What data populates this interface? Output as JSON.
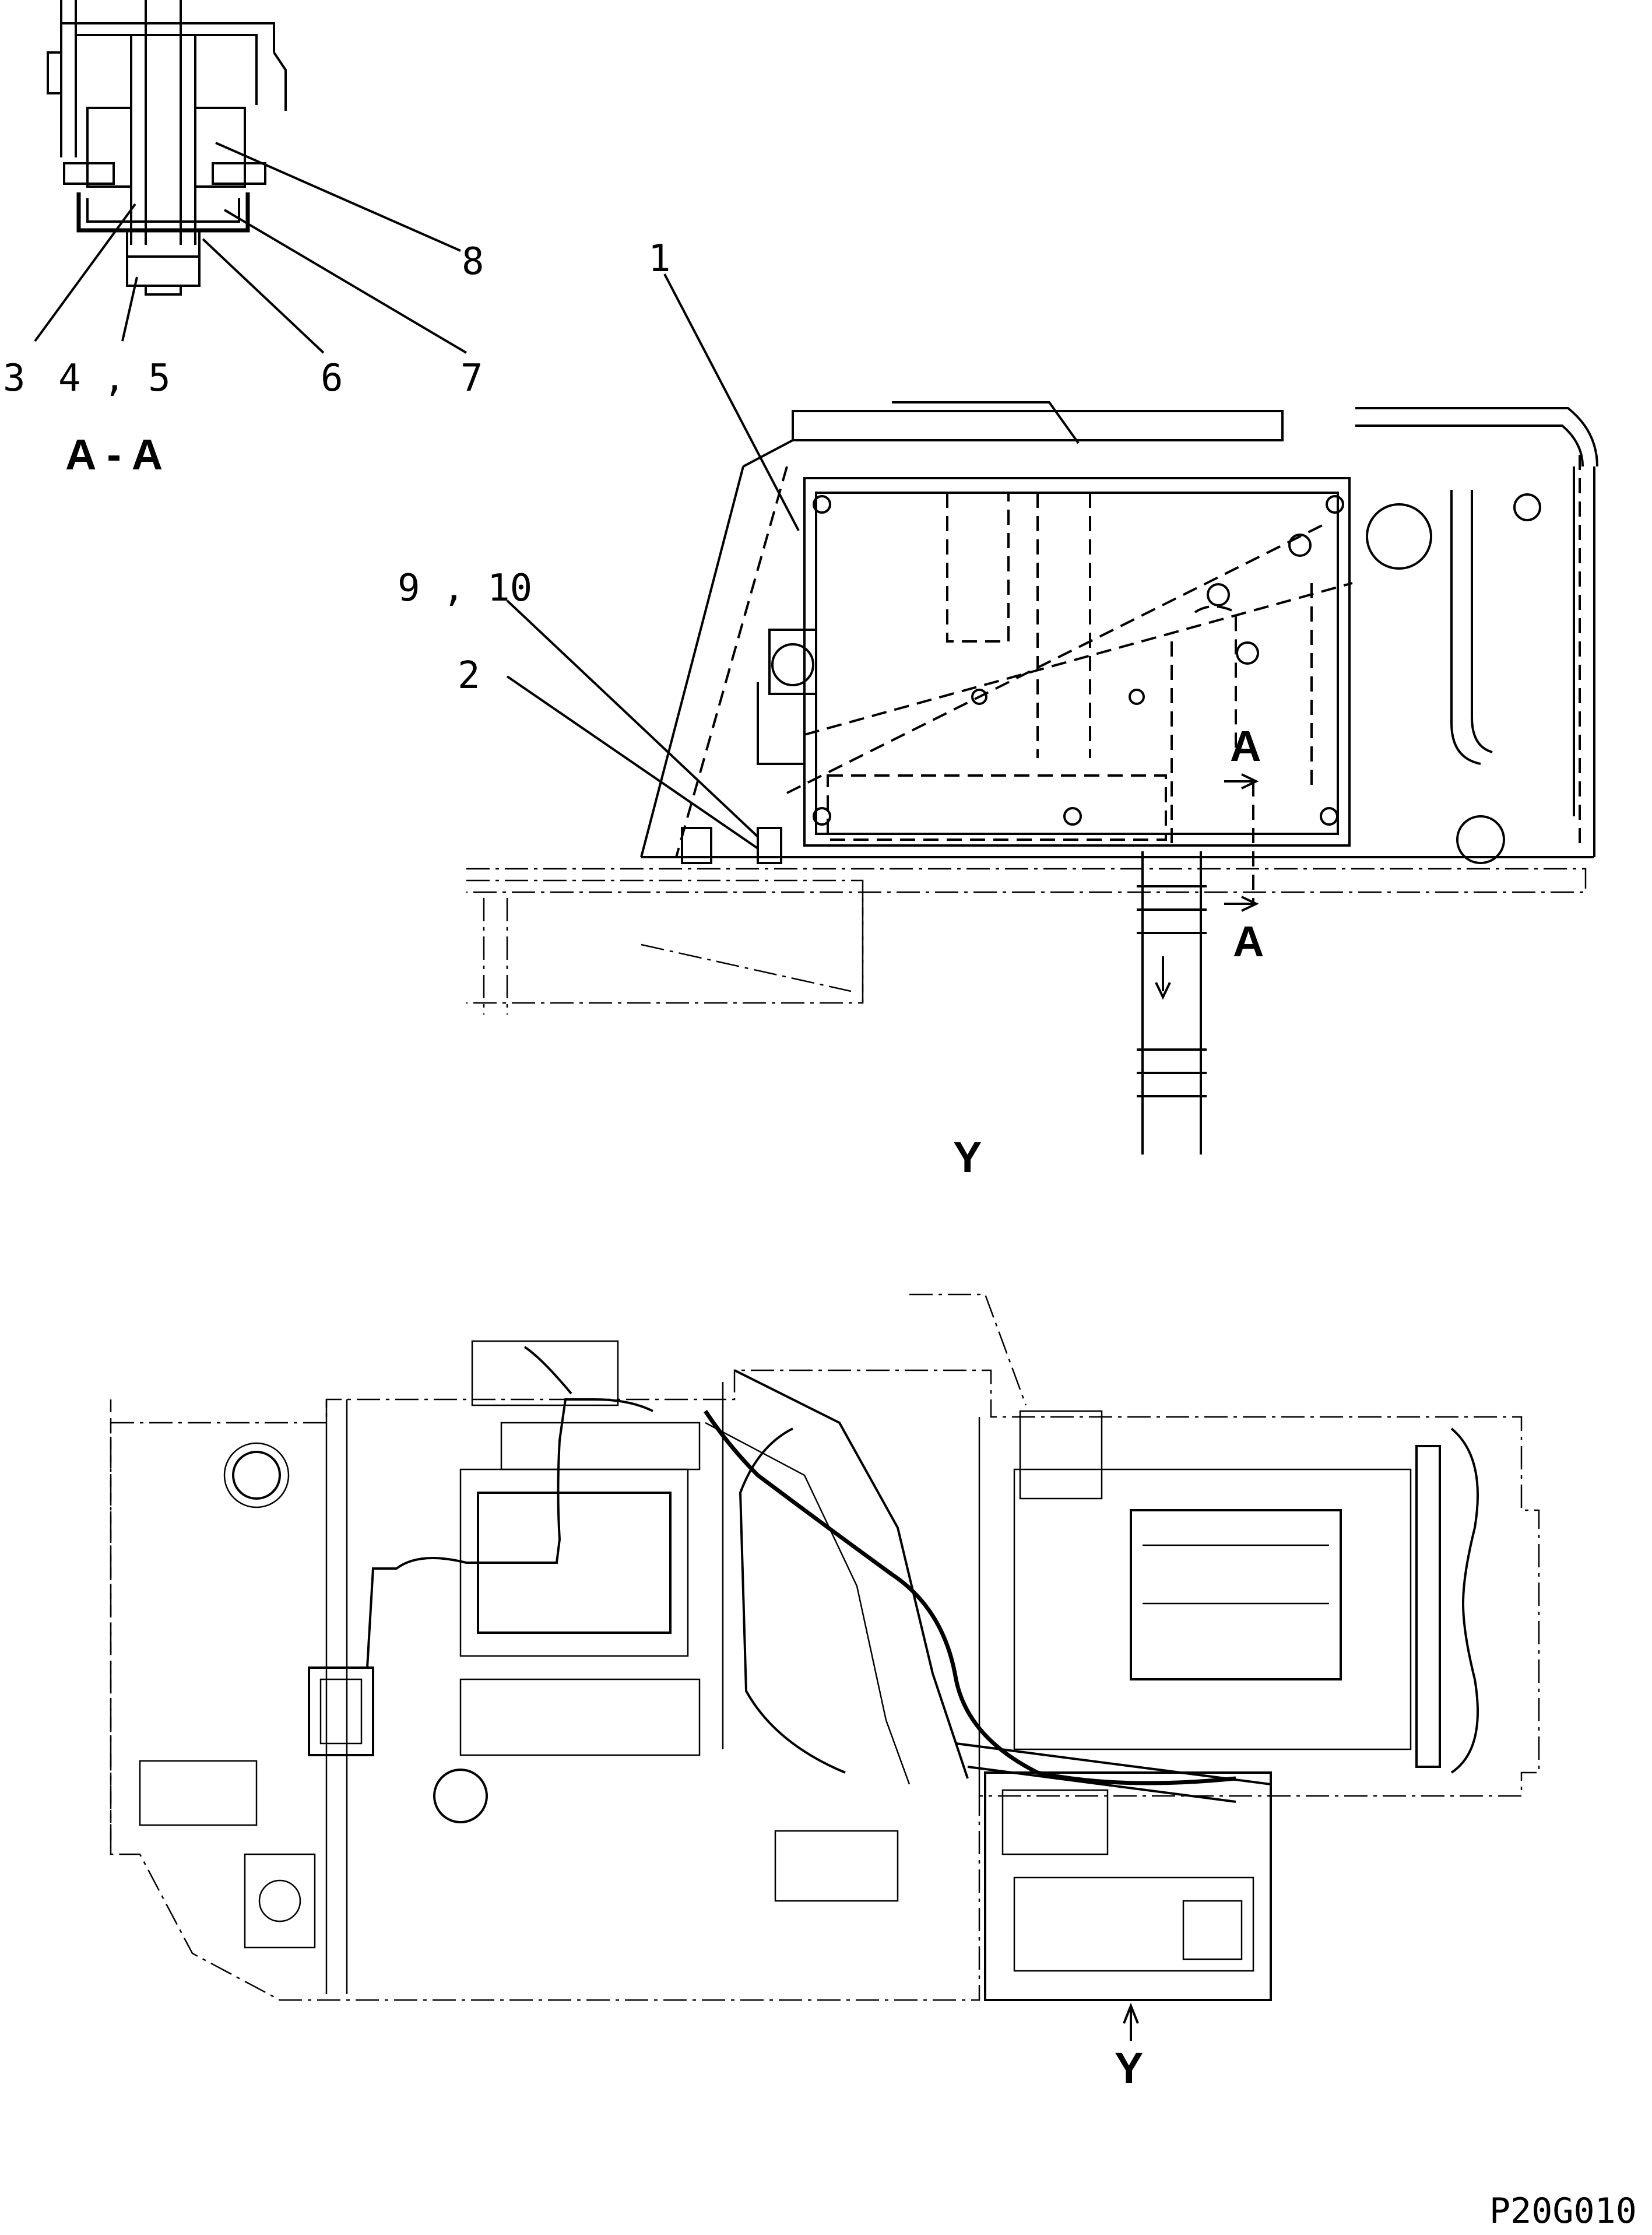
{
  "section_view": {
    "title": "A - A",
    "labels": [
      "8",
      "3",
      "4 , 5",
      "6",
      "7"
    ]
  },
  "side_view": {
    "labels": [
      "1",
      "9 , 10",
      "2"
    ],
    "section_marks": [
      "A",
      "A"
    ],
    "view_label": "Y"
  },
  "top_view": {
    "view_label": "Y"
  },
  "drawing_code": "P20G010"
}
